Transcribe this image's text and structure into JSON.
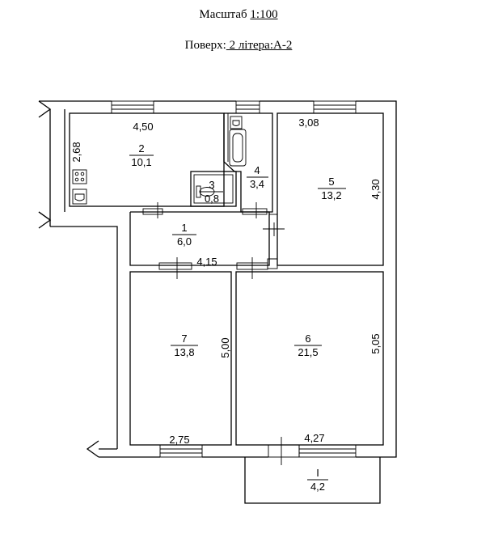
{
  "header": {
    "scale_label": "Масштаб",
    "scale_value": "1:100",
    "floor_label": "Поверх:",
    "floor_value": " 2 літера:А-2"
  },
  "rooms": [
    {
      "id": "2",
      "number": "2",
      "area": "10,1"
    },
    {
      "id": "3",
      "number": "3",
      "area": "0,8"
    },
    {
      "id": "4",
      "number": "4",
      "area": "3,4"
    },
    {
      "id": "5",
      "number": "5",
      "area": "13,2"
    },
    {
      "id": "1",
      "number": "1",
      "area": "6,0"
    },
    {
      "id": "7",
      "number": "7",
      "area": "13,8"
    },
    {
      "id": "6",
      "number": "6",
      "area": "21,5"
    },
    {
      "id": "I",
      "number": "I",
      "area": "4,2"
    }
  ],
  "dimensions": {
    "kitchen_width": "4,50",
    "kitchen_depth": "2,68",
    "room5_width": "3,08",
    "room5_depth": "4,30",
    "hall_width": "4,15",
    "room7_depth": "5,00",
    "room7_width": "2,75",
    "room6_depth": "5,05",
    "room6_width": "4,27"
  }
}
